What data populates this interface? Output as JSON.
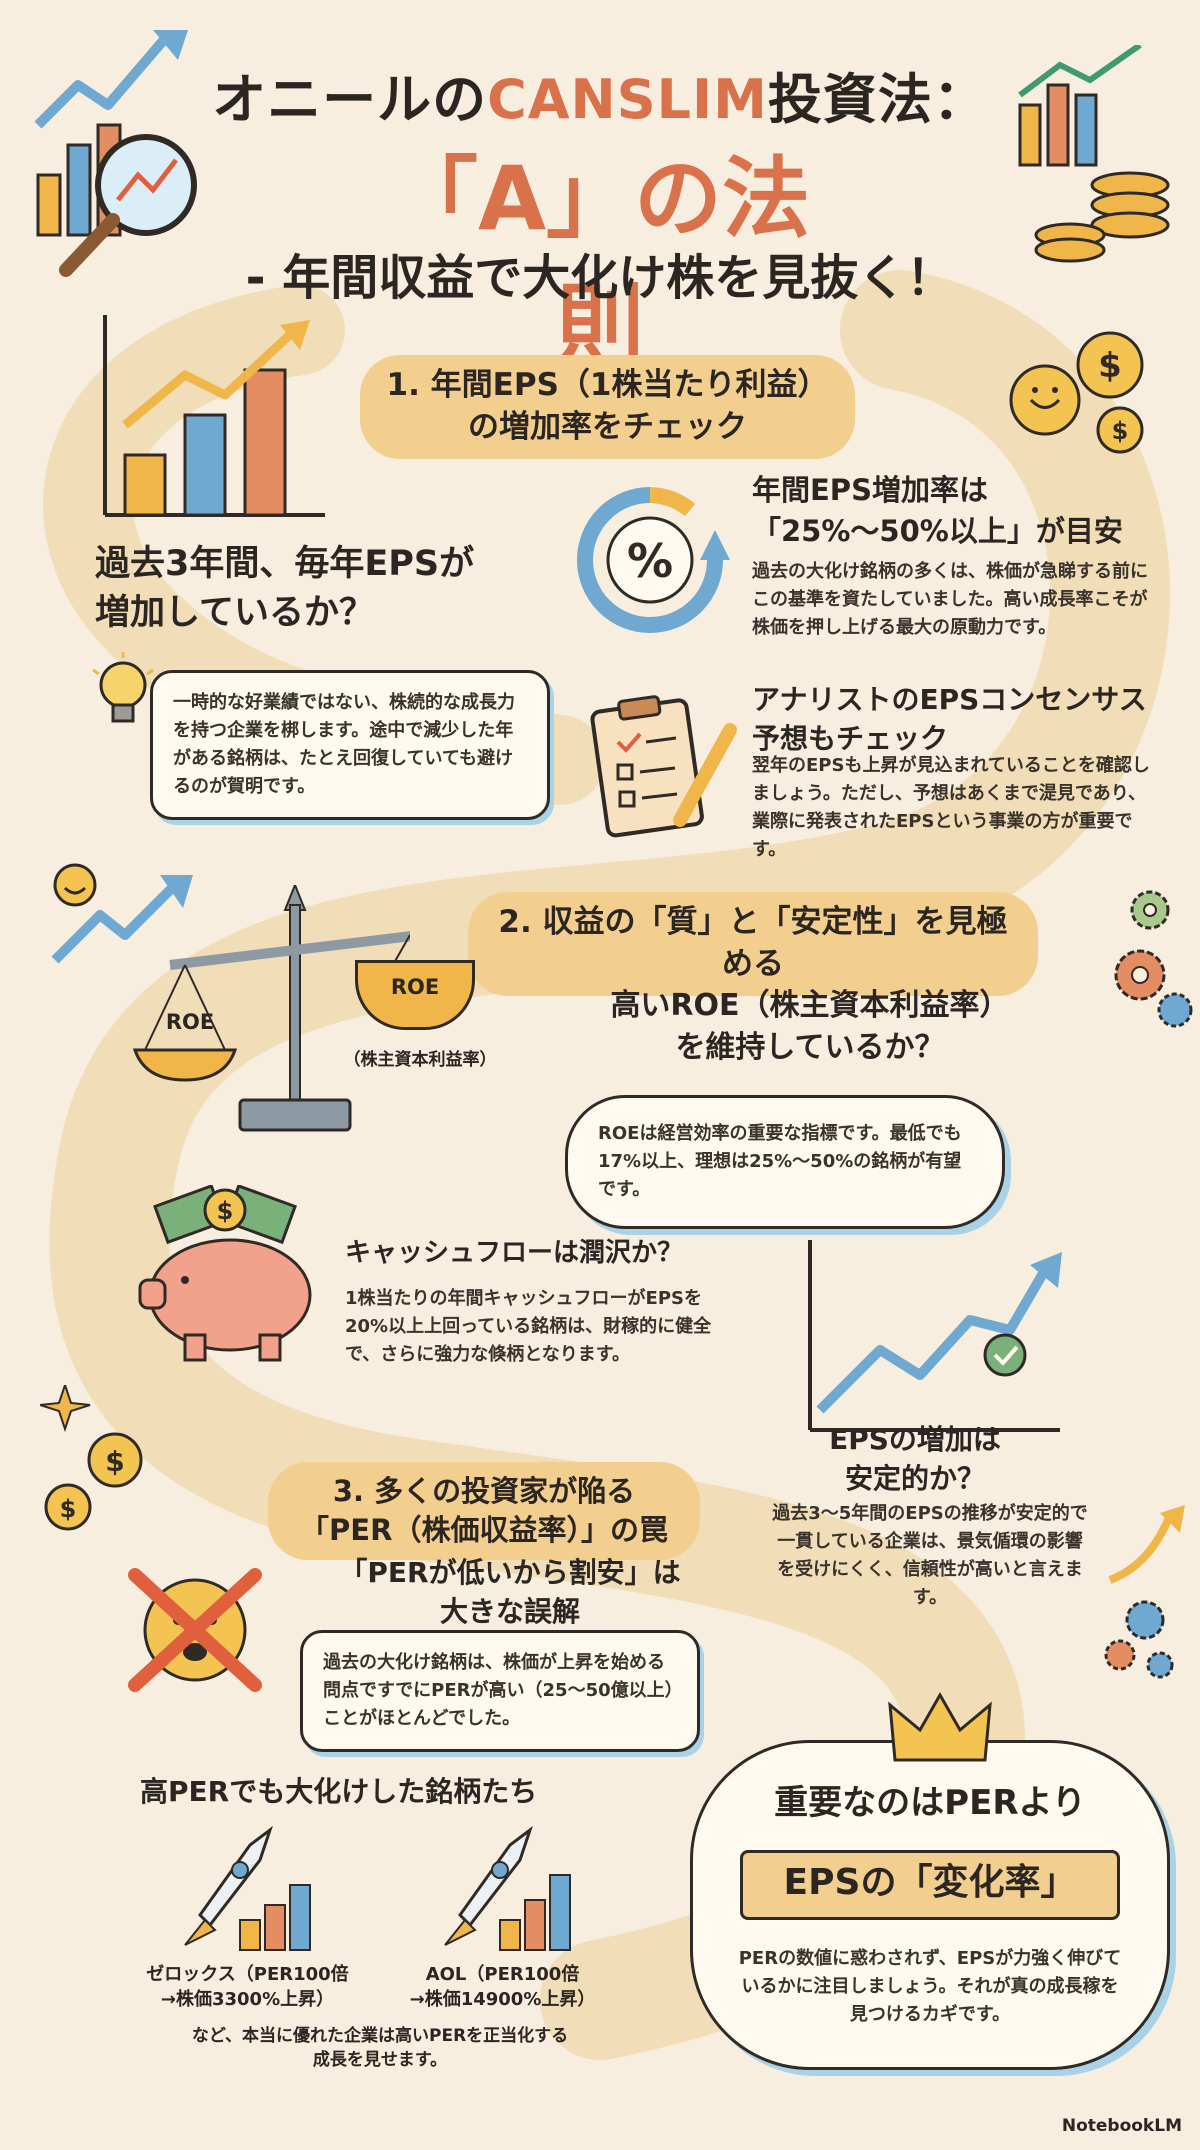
{
  "title": {
    "line1_pre": "オニールの",
    "line1_accent": "CANSLIM",
    "line1_post": "投資法：",
    "line2": "「A」の法則",
    "line3": "- 年間収益で大化け株を見抜く！"
  },
  "section1": {
    "pill": "1. 年間EPS（1株当たり利益）\nの増加率をチェック",
    "question": "過去3年間、毎年EPSが\n増加しているか？",
    "question_note": "一時的な好業績ではない、株続的な成長力を持つ企業を梆します。途中で減少した年がある銘柄は、たとえ回復していても避けるのが賀明です。",
    "target_title": "年間EPS増加率は\n「25%〜50%以上」が目安",
    "target_text": "過去の大化け銘柄の多くは、株価が急睇する前にこの基準を資たしていました。高い成長率こそが株価を押し上げる最大の原動力です。",
    "consensus_title": "アナリストのEPSコンセンサス\n予想もチェック",
    "consensus_text": "翌年のEPSも上昇が見込まれていることを確認しましょう。ただし、予想はあくまで湜見であり、業際に発表されたEPSという事業の方が重要です。"
  },
  "section2": {
    "pill": "2. 収益の「質」と「安定性」を見極める",
    "scale_left_label": "ROE",
    "scale_right_label": "ROE",
    "scale_caption": "（株主資本利益率）",
    "roe_title": "高いROE（株主資本利益率）\nを維持しているか？",
    "roe_text": "ROEは経営効率の重要な指標です。最低でも17%以上、理想は25%〜50%の銘柄が有望です。",
    "cash_title": "キャッシュフローは潤沢か？",
    "cash_text": "1株当たりの年間キャッシュフローがEPSを20%以上上回っている銘柄は、財稼的に健全で、さらに強力な倏柄となります。",
    "stable_title": "EPSの増加は\n安定的か？",
    "stable_text": "過去3〜5年間のEPSの推移が安定的で一貫している企業は、景気偱環の影響を受けにくく、信頼性が高いと言えます。"
  },
  "section3": {
    "pill": "3. 多くの投資家が陥る\n「PER（株価収益率）」の罠",
    "myth_title": "「PERが低いから割安」は\n大きな誤解",
    "myth_text": "過去の大化け銘柄は、株価が上昇を始める問点ですでにPERが高い（25〜50億以上）ことがほとんどでした。",
    "examples_title": "高PERでも大化けした銘柄たち",
    "example1": "ゼロックス（PER100倍\n→株価3300%上昇）",
    "example2": "AOL（PER100倍\n→株価14900%上昇）",
    "examples_note": "など、本当に優れた企業は高いPERを正当化する\n成長を見せます。",
    "key_title": "重要なのはPERより",
    "key_ribbon": "EPSの「変化率」",
    "key_text": "PERの数値に惑わされず、EPSが力強く伸びているかに注目しましょう。それが真の成長稼を見つけるカギです。"
  },
  "icons": {
    "percent_symbol": "%",
    "dollar_symbol": "$"
  },
  "footer": {
    "brand": "NotebookLM"
  },
  "colors": {
    "background": "#f7eedf",
    "accent": "#d9714a",
    "pill": "#f3cf8f",
    "blue": "#6fa8d0",
    "gold": "#f0b64a"
  }
}
